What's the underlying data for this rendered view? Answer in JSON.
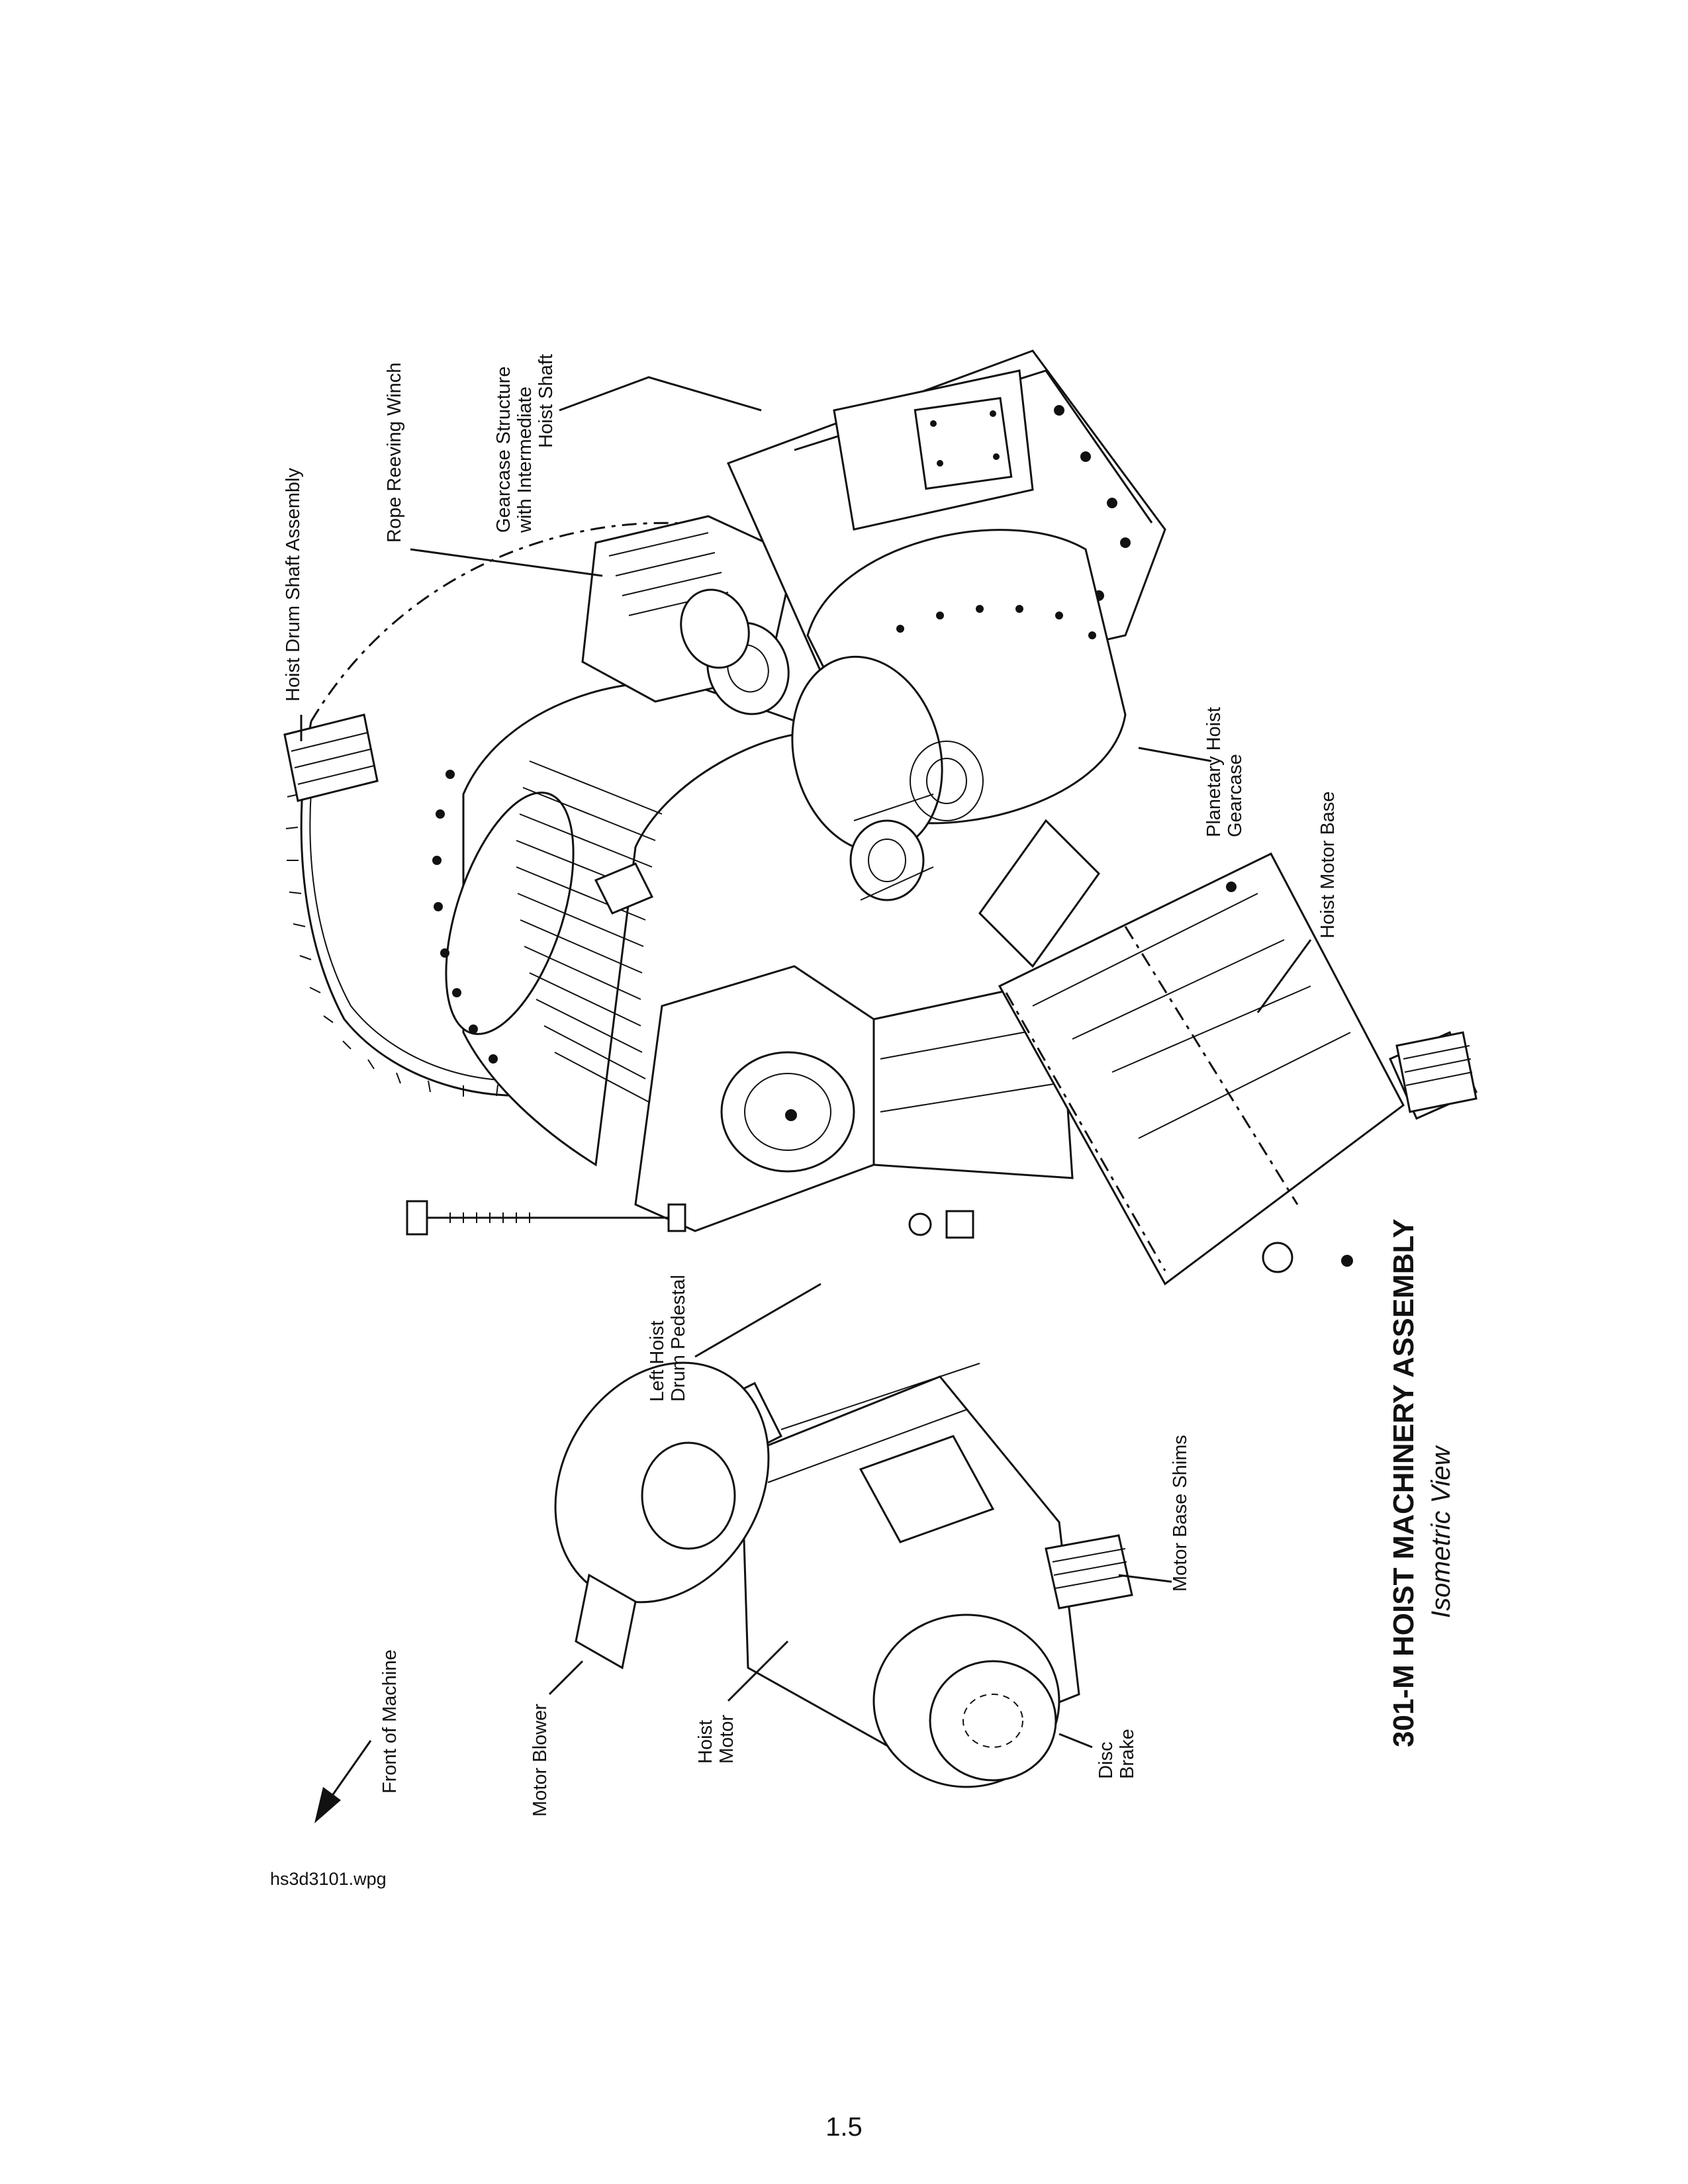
{
  "document": {
    "title": "301-M HOIST MACHINERY ASSEMBLY",
    "subtitle": "Isometric View",
    "filename": "hs3d3101.wpg",
    "page_number": "1.5"
  },
  "labels": {
    "hoist_drum_shaft_assembly": "Hoist Drum Shaft Assembly",
    "rope_reeving_winch": "Rope Reeving Winch",
    "gearcase_structure_line1": "Gearcase Structure",
    "gearcase_structure_line2": "with Intermediate",
    "gearcase_structure_line3": "Hoist Shaft",
    "planetary_hoist_line1": "Planetary Hoist",
    "planetary_hoist_line2": "Gearcase",
    "hoist_motor_base": "Hoist Motor Base",
    "left_hoist_line1": "Left Hoist",
    "left_hoist_line2": "Drum Pedestal",
    "motor_base_shims": "Motor Base Shims",
    "front_of_machine": "Front of Machine",
    "motor_blower": "Motor Blower",
    "hoist_motor_line1": "Hoist",
    "hoist_motor_line2": "Motor",
    "disc_brake_line1": "Disc",
    "disc_brake_line2": "Brake"
  },
  "icons": {
    "direction_arrow": "front-direction-arrow-icon"
  }
}
